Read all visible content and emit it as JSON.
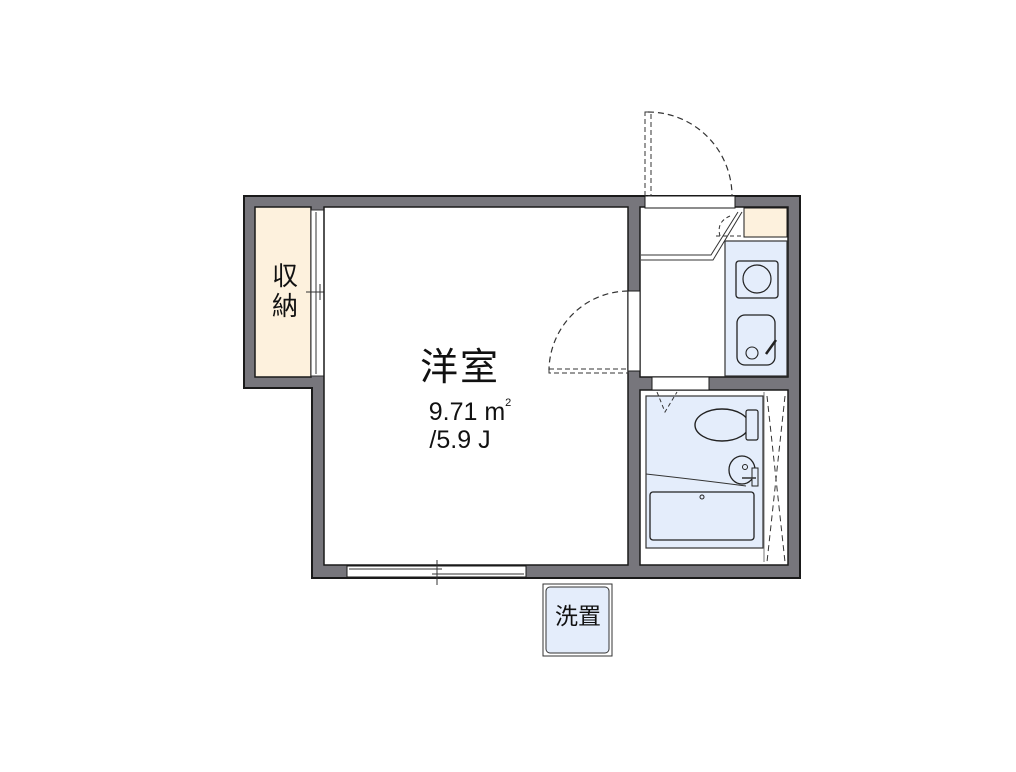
{
  "floorplan": {
    "rooms": {
      "western_room": {
        "name": "洋室",
        "area": "9.71 m",
        "area_unit_sup": "2",
        "jo": "/5.9 J"
      },
      "storage": {
        "name": "収納",
        "line1": "収",
        "line2": "納"
      },
      "washer_space": {
        "name": "洗置"
      }
    },
    "colors": {
      "wall": "#77767c",
      "wall_outline": "#1a1a1a",
      "storage_fill": "#fdf1dd",
      "wet_area_fill": "#e4edfb",
      "room_fill": "#ffffff",
      "door_dash": "#333333"
    }
  }
}
